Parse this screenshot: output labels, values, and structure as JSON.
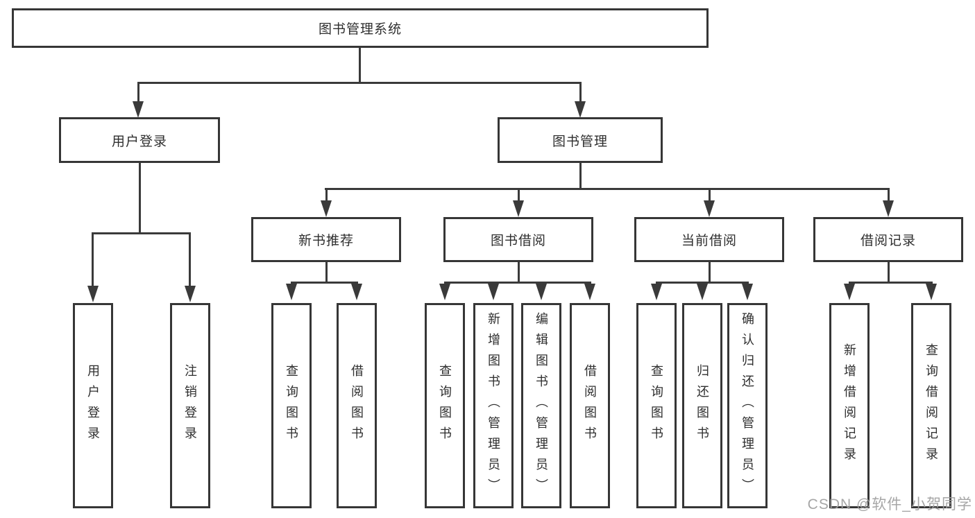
{
  "diagram_title": "图书管理系统",
  "nodes": {
    "root": "图书管理系统",
    "login": "用户登录",
    "mgmt": "图书管理",
    "recommend": "新书推荐",
    "borrow": "图书借阅",
    "current": "当前借阅",
    "records": "借阅记录"
  },
  "leaves": [
    "用户登录",
    "注销登录",
    "查询图书",
    "借阅图书",
    "查询图书",
    "新增图书（管理员）",
    "编辑图书（管理员）",
    "借阅图书",
    "查询图书",
    "归还图书",
    "确认归还（管理员）",
    "新增借阅记录",
    "查询借阅记录"
  ],
  "structure": [
    {
      "parent": "图书管理系统",
      "children": [
        "用户登录",
        "图书管理"
      ]
    },
    {
      "parent": "用户登录",
      "children": [
        "用户登录",
        "注销登录"
      ]
    },
    {
      "parent": "图书管理",
      "children": [
        "新书推荐",
        "图书借阅",
        "当前借阅",
        "借阅记录"
      ]
    },
    {
      "parent": "新书推荐",
      "children": [
        "查询图书",
        "借阅图书"
      ]
    },
    {
      "parent": "图书借阅",
      "children": [
        "查询图书",
        "新增图书（管理员）",
        "编辑图书（管理员）",
        "借阅图书"
      ]
    },
    {
      "parent": "当前借阅",
      "children": [
        "查询图书",
        "归还图书",
        "确认归还（管理员）"
      ]
    },
    {
      "parent": "借阅记录",
      "children": [
        "新增借阅记录",
        "查询借阅记录"
      ]
    }
  ],
  "watermark": "CSDN @软件_小贺同学",
  "colors": {
    "line": "#3a3a3a",
    "border": "#363636",
    "text": "#2e2e2e",
    "watermark": "#9e9e9e",
    "background": "#ffffff"
  }
}
